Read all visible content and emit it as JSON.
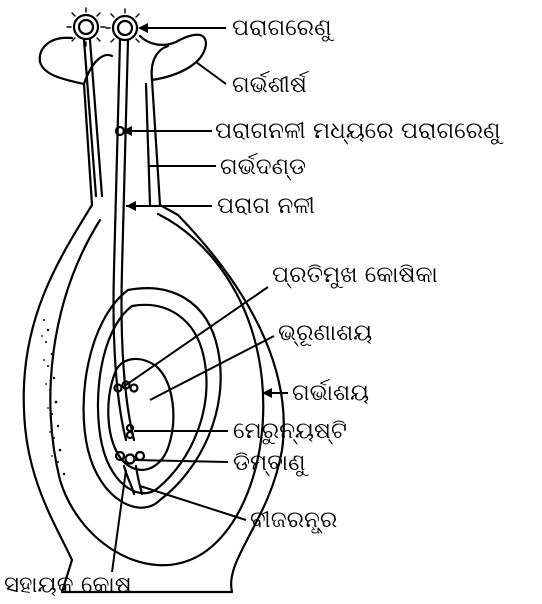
{
  "labels": {
    "pollen_grain": "ପରାଗରେଣୁ",
    "stigma": "ଗର୍ଭଶୀର୍ଷ",
    "pollen_in_tube": "ପରାଗନଳୀ ମଧ୍ୟରେ ପରାଗରେଣୁ",
    "style": "ଗର୍ଭଦଣ୍ଡ",
    "pollen_tube": "ପରାଗ  ନଳୀ",
    "antipodal_cells": "ପ୍ରତିମୁଖ  କୋଷିକା",
    "embryo_sac": "ଭ୍ରୂଣାଶୟ",
    "ovary": "ଗର୍ଭାଶୟ",
    "polar_nuclei": "ମେରୁନ୍ୟଷ୍ଟି",
    "egg_cell": "ଡିମ୍ବାଣୁ",
    "micropyle": "ବୀଜରନ୍ଧ୍ର",
    "synergids": "ସହାୟକ  କୋଷ"
  },
  "colors": {
    "ink": "#000000",
    "background": "#ffffff"
  }
}
